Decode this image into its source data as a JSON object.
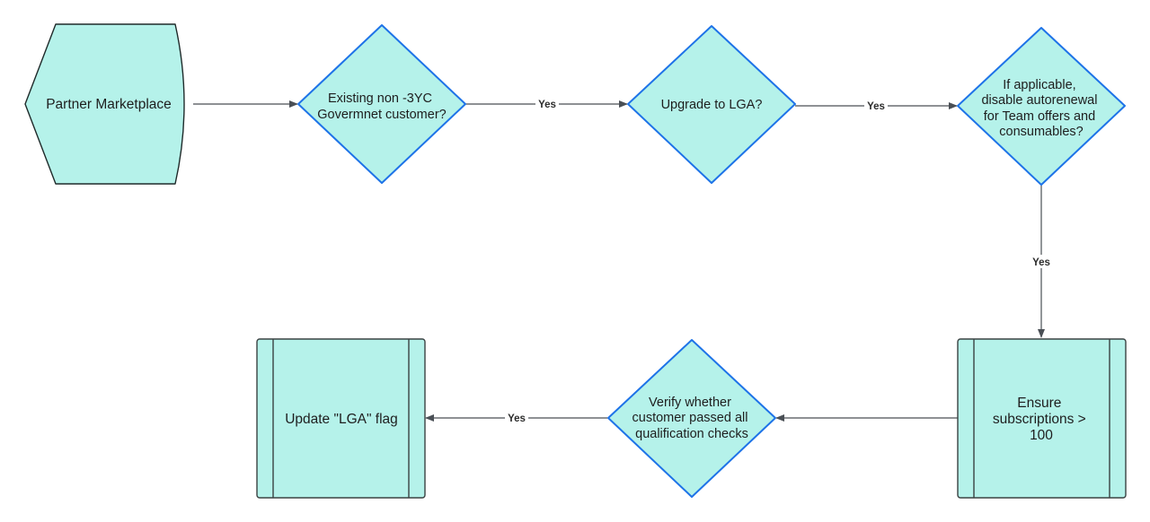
{
  "colors": {
    "node_fill": "#b5f2ea",
    "terminal_stroke": "#1f2a2a",
    "decision_stroke": "#1e73e8",
    "process_stroke": "#3a4242",
    "edge": "#4a4f55"
  },
  "nodes": {
    "partner_marketplace": {
      "shape": "terminal",
      "lines": [
        "Partner Marketplace"
      ]
    },
    "existing_customer": {
      "shape": "decision",
      "lines": [
        "Existing non -3YC",
        "Govermnet customer?"
      ]
    },
    "upgrade_lga": {
      "shape": "decision",
      "lines": [
        "Upgrade to LGA?"
      ]
    },
    "disable_autorenewal": {
      "shape": "decision",
      "lines": [
        "If applicable,",
        "disable autorenewal",
        "for Team offers and",
        "consumables?"
      ]
    },
    "ensure_subscriptions": {
      "shape": "process",
      "lines": [
        "Ensure",
        "subscriptions >",
        "100"
      ]
    },
    "verify_checks": {
      "shape": "decision",
      "lines": [
        "Verify whether",
        "customer passed all",
        "qualification checks"
      ]
    },
    "update_flag": {
      "shape": "process",
      "lines": [
        "Update \"LGA\" flag"
      ]
    }
  },
  "edges": [
    {
      "from": "partner_marketplace",
      "to": "existing_customer",
      "label": ""
    },
    {
      "from": "existing_customer",
      "to": "upgrade_lga",
      "label": "Yes"
    },
    {
      "from": "upgrade_lga",
      "to": "disable_autorenewal",
      "label": "Yes"
    },
    {
      "from": "disable_autorenewal",
      "to": "ensure_subscriptions",
      "label": "Yes"
    },
    {
      "from": "ensure_subscriptions",
      "to": "verify_checks",
      "label": ""
    },
    {
      "from": "verify_checks",
      "to": "update_flag",
      "label": "Yes"
    }
  ]
}
